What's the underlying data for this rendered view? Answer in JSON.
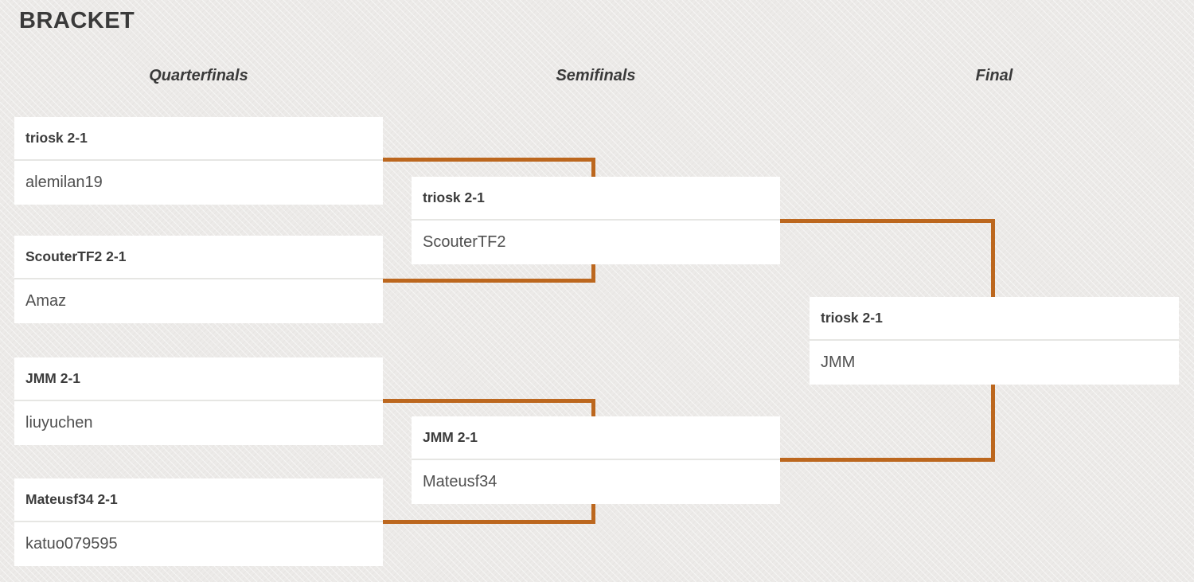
{
  "page": {
    "title": "BRACKET"
  },
  "colors": {
    "accent": "#bc671e",
    "background": "#eceae8",
    "box": "#ffffff",
    "winner_text": "#3b3b3b",
    "loser_text": "#4f4f4f"
  },
  "bracket": {
    "rounds": [
      {
        "label": "Quarterfinals",
        "matches": [
          {
            "top": "triosk 2-1",
            "bottom": "alemilan19",
            "winner": "triosk",
            "score": "2-1",
            "loser": "alemilan19"
          },
          {
            "top": "ScouterTF2 2-1",
            "bottom": "Amaz",
            "winner": "ScouterTF2",
            "score": "2-1",
            "loser": "Amaz"
          },
          {
            "top": "JMM 2-1",
            "bottom": "liuyuchen",
            "winner": "JMM",
            "score": "2-1",
            "loser": "liuyuchen"
          },
          {
            "top": "Mateusf34 2-1",
            "bottom": "katuo079595",
            "winner": "Mateusf34",
            "score": "2-1",
            "loser": "katuo079595"
          }
        ]
      },
      {
        "label": "Semifinals",
        "matches": [
          {
            "top": "triosk 2-1",
            "bottom": "ScouterTF2",
            "winner": "triosk",
            "score": "2-1",
            "loser": "ScouterTF2"
          },
          {
            "top": "JMM 2-1",
            "bottom": "Mateusf34",
            "winner": "JMM",
            "score": "2-1",
            "loser": "Mateusf34"
          }
        ]
      },
      {
        "label": "Final",
        "matches": [
          {
            "top": "triosk 2-1",
            "bottom": "JMM",
            "winner": "triosk",
            "score": "2-1",
            "loser": "JMM"
          }
        ]
      }
    ]
  }
}
